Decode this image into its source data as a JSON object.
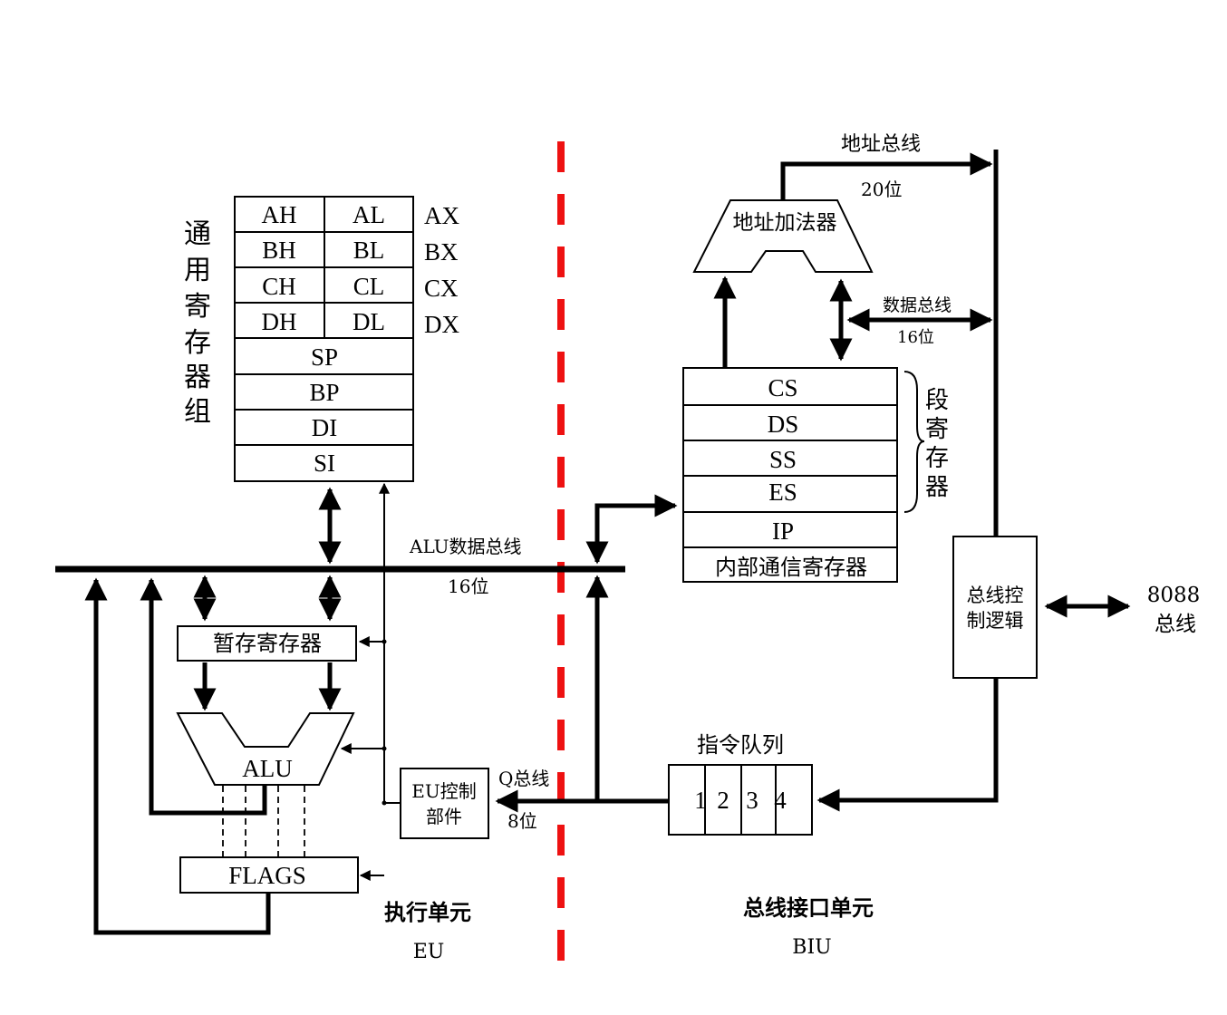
{
  "colors": {
    "divider": "#ee1111",
    "ink": "#000000"
  },
  "general_registers": {
    "group_label": [
      "通",
      "用",
      "寄",
      "存",
      "器",
      "组"
    ],
    "rows": [
      {
        "high": "AH",
        "low": "AL",
        "pair": "AX"
      },
      {
        "high": "BH",
        "low": "BL",
        "pair": "BX"
      },
      {
        "high": "CH",
        "low": "CL",
        "pair": "CX"
      },
      {
        "high": "DH",
        "low": "DL",
        "pair": "DX"
      }
    ],
    "pointers": [
      "SP",
      "BP",
      "DI",
      "SI"
    ]
  },
  "alu_bus": {
    "label": "ALU数据总线",
    "width": "16位"
  },
  "temp_register": "暂存寄存器",
  "alu": "ALU",
  "flags": "FLAGS",
  "eu_control": [
    "EU控制",
    "部件"
  ],
  "q_bus": {
    "label": "Q总线",
    "width": "8位"
  },
  "eu_section": {
    "title": "执行单元",
    "abbr": "EU"
  },
  "biu_section": {
    "title": "总线接口单元",
    "abbr": "BIU"
  },
  "address_adder": "地址加法器",
  "address_bus": {
    "label": "地址总线",
    "width": "20位"
  },
  "data_bus": {
    "label": "数据总线",
    "width": "16位"
  },
  "segment_registers": {
    "rows": [
      "CS",
      "DS",
      "SS",
      "ES",
      "IP",
      "内部通信寄存器"
    ],
    "group_label": [
      "段",
      "寄",
      "存",
      "器"
    ]
  },
  "bus_control": [
    "总线控",
    "制逻辑"
  ],
  "external_bus": [
    "8088",
    "总线"
  ],
  "instruction_queue": {
    "label": "指令队列",
    "slots": [
      "1",
      "2",
      "3",
      "4"
    ]
  }
}
